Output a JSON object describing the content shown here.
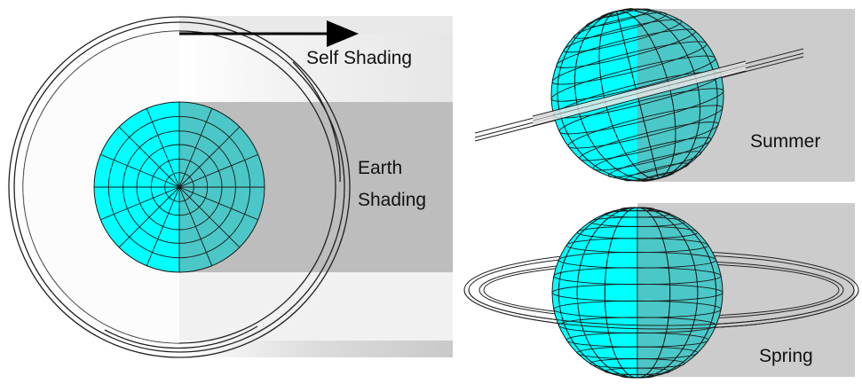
{
  "panels": {
    "main": {
      "self_shading_label": "Self Shading",
      "earth_shading_label_line1": "Earth",
      "earth_shading_label_line2": "Shading"
    },
    "summer": {
      "label": "Summer"
    },
    "spring": {
      "label": "Spring"
    }
  },
  "colors": {
    "globe_lit": "#00ffff",
    "globe_shadow": "#4cc7c7",
    "earth_shadow_band": "#bdbdbd",
    "self_shadow_band": "#e8e8e8",
    "panel_shadow": "#cccccc",
    "grid_line": "#1a1a1a",
    "ring_line": "#222222"
  },
  "icons": [
    "arrow-right-icon"
  ]
}
